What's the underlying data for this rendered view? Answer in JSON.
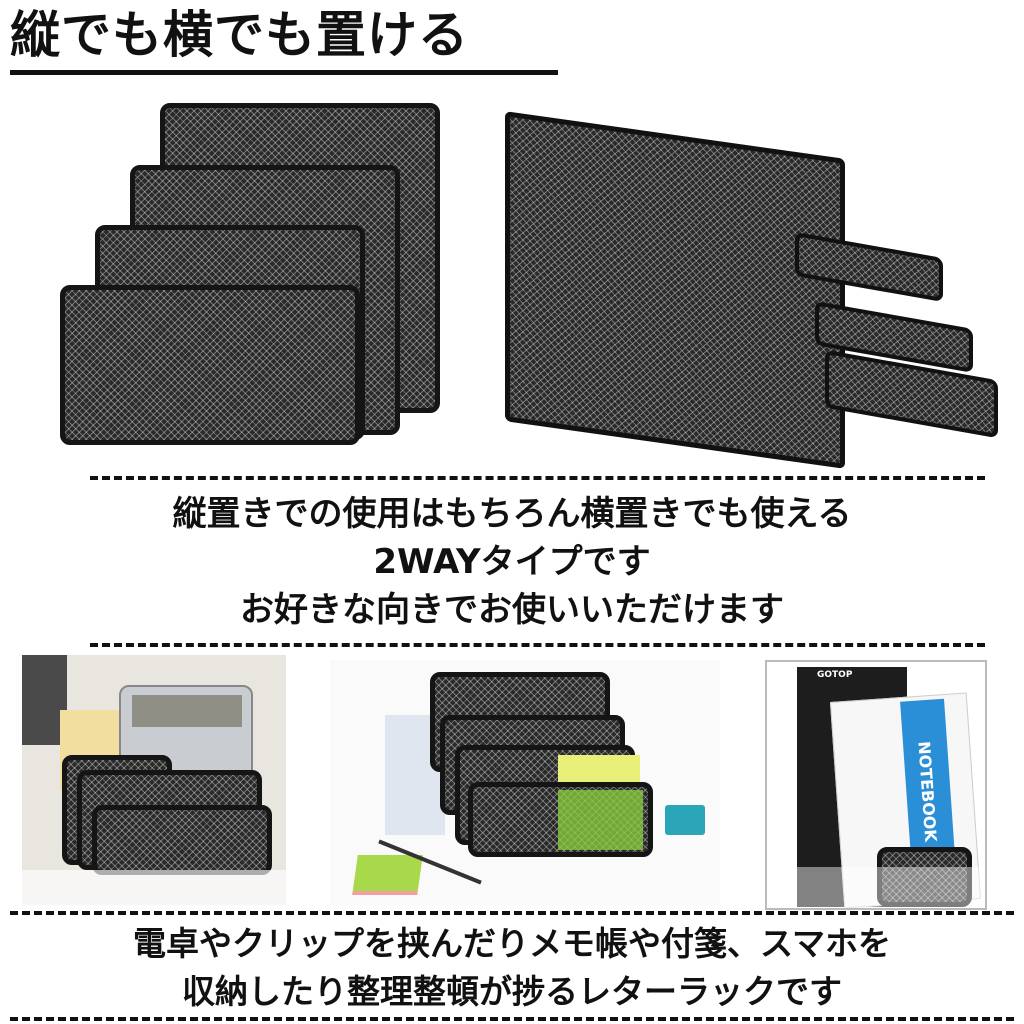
{
  "header": {
    "title": "縦でも横でも置ける"
  },
  "top_images": [
    {
      "name": "vertical-rack-photo",
      "alt": "3段 縦置き メッシュレターラック"
    },
    {
      "name": "horizontal-rack-photo",
      "alt": "3段 横置き メッシュレターラック"
    }
  ],
  "middle_caption": {
    "lines": [
      "縦置きでの使用はもちろん横置きでも使える",
      "2WAYタイプです",
      "お好きな向きでお使いいただけます"
    ]
  },
  "usage_images": [
    {
      "name": "calculator-usage-photo",
      "alt": "電卓と付箋を収納"
    },
    {
      "name": "documents-usage-photo",
      "alt": "書類・付箋・クリップを収納"
    },
    {
      "name": "notebook-usage-photo",
      "alt": "本とノートを収納",
      "notebook_label": "NOTEBOOK",
      "book_brand": "GOTOP"
    }
  ],
  "bottom_caption": {
    "lines": [
      "電卓やクリップを挟んだりメモ帳や付箋、スマホを",
      "収納したり整理整頓が捗るレターラックです"
    ]
  },
  "colors": {
    "text": "#111111",
    "background": "#ffffff",
    "mesh": "#2a2a2a",
    "sticky_green": "#a7d94a",
    "sticky_yellow": "#e9f07a",
    "notebook_blue": "#2a8fd6",
    "clip_teal": "#2aa6b8"
  }
}
